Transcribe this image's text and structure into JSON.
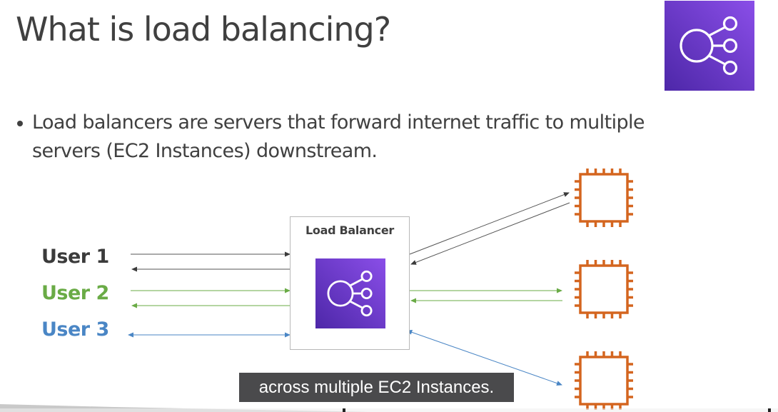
{
  "slide": {
    "title": "What is load balancing?",
    "bullet": "Load balancers are servers that forward internet traffic to multiple servers (EC2 Instances) downstream.",
    "hero_icon": "elastic-load-balancing-icon"
  },
  "diagram": {
    "users": [
      {
        "label": "User 1",
        "color": "#3b3b3b"
      },
      {
        "label": "User 2",
        "color": "#6aab46"
      },
      {
        "label": "User 3",
        "color": "#4a86c5"
      }
    ],
    "load_balancer": {
      "label": "Load Balancer",
      "icon": "elastic-load-balancing-icon",
      "icon_color": "#6b3fd4"
    },
    "instances": [
      {
        "icon": "ec2-instance-chip-icon",
        "color": "#d4651f"
      },
      {
        "icon": "ec2-instance-chip-icon",
        "color": "#d4651f"
      },
      {
        "icon": "ec2-instance-chip-icon",
        "color": "#d4651f"
      }
    ]
  },
  "caption": {
    "text": "across multiple EC2 Instances."
  }
}
